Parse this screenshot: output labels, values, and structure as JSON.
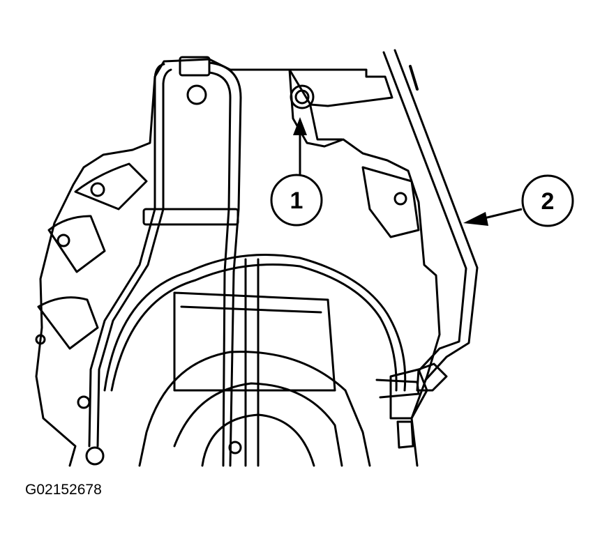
{
  "diagram": {
    "callouts": [
      {
        "id": "1",
        "label": "1"
      },
      {
        "id": "2",
        "label": "2"
      }
    ],
    "figure_id": "G02152678",
    "colors": {
      "ink": "#000000",
      "paper": "#ffffff"
    }
  }
}
